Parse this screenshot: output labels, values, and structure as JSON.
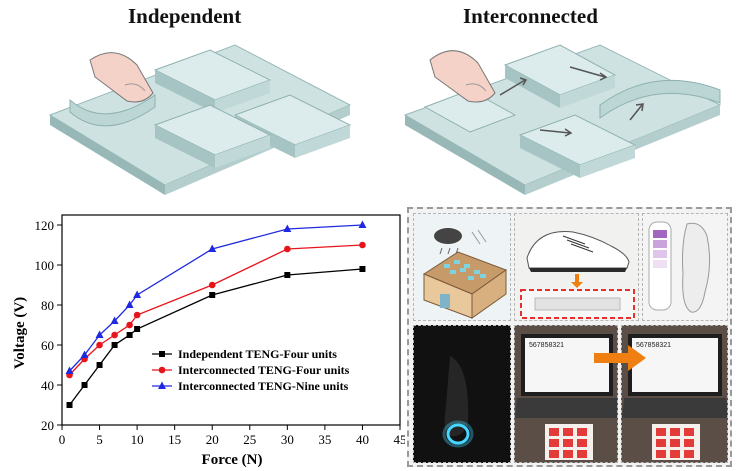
{
  "titles": {
    "left": "Independent",
    "right": "Interconnected"
  },
  "chart_data": {
    "type": "line",
    "xlabel": "Force (N)",
    "ylabel": "Voltage (V)",
    "xlim": [
      0,
      45
    ],
    "ylim": [
      20,
      125
    ],
    "xticks": [
      0,
      5,
      10,
      15,
      20,
      25,
      30,
      35,
      40,
      45
    ],
    "yticks": [
      20,
      40,
      60,
      80,
      100,
      120
    ],
    "grid": false,
    "legend_position": "lower-right",
    "series": [
      {
        "name": "Independent TENG-Four units",
        "color": "#000000",
        "marker": "square",
        "x": [
          1,
          3,
          5,
          7,
          9,
          10,
          20,
          30,
          40
        ],
        "y": [
          30,
          40,
          50,
          60,
          65,
          68,
          85,
          95,
          98
        ]
      },
      {
        "name": "Interconnected TENG-Four units",
        "color": "#e8141b",
        "marker": "circle",
        "x": [
          1,
          3,
          5,
          7,
          9,
          10,
          20,
          30,
          40
        ],
        "y": [
          45,
          53,
          60,
          65,
          70,
          75,
          90,
          108,
          110
        ]
      },
      {
        "name": "Interconnected TENG-Nine units",
        "color": "#1f2ae0",
        "marker": "triangle",
        "x": [
          1,
          3,
          5,
          7,
          9,
          10,
          20,
          30,
          40
        ],
        "y": [
          47,
          55,
          65,
          72,
          80,
          85,
          108,
          118,
          120
        ]
      }
    ]
  },
  "screens": {
    "left": "567858321",
    "right": "567858321"
  },
  "colors": {
    "platform_top": "#cfe2e2",
    "platform_side": "#98b8b8",
    "arrow": "#f07f12",
    "dashed_highlight": "#e53030"
  },
  "icons": [
    "finger-icon",
    "house-icon",
    "shoe-icon",
    "insole-icon",
    "laptop-icon",
    "led-icon",
    "arrow-icon"
  ]
}
